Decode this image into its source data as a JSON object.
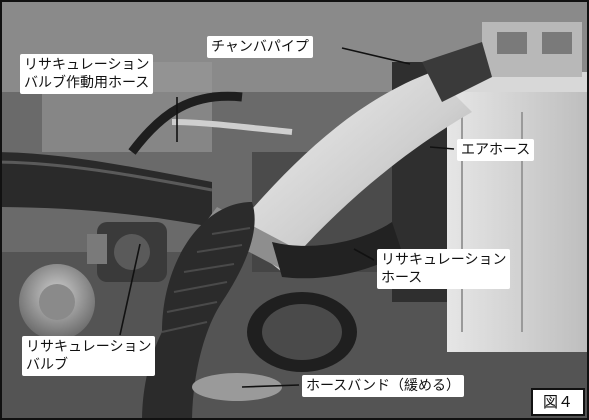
{
  "labels": {
    "recirc_valve_hose": {
      "line1": "リサキュレーション",
      "line2": "バルブ作動用ホース"
    },
    "chamber_pipe": "チャンバパイプ",
    "air_hose": "エアホース",
    "recirc_hose": {
      "line1": "リサキュレーション",
      "line2": "ホース"
    },
    "recirc_valve": {
      "line1": "リサキュレーション",
      "line2": "バルブ"
    },
    "hose_band": "ホースバンド（緩める）"
  },
  "figure_label": "図４"
}
